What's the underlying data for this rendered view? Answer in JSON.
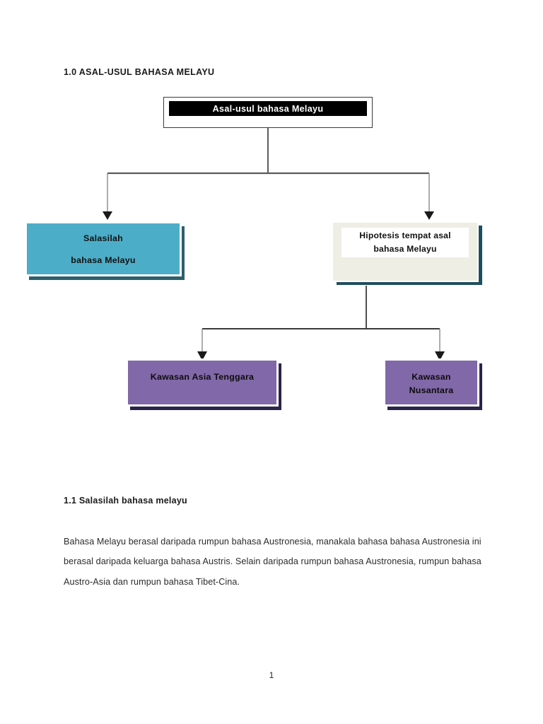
{
  "document": {
    "heading_main": "1.0 ASAL-USUL BAHASA MELAYU",
    "heading_sub": "1.1 Salasilah bahasa melayu",
    "paragraph": "Bahasa Melayu berasal daripada rumpun bahasa Austronesia, manakala bahasa bahasa Austronesia ini berasal daripada keluarga bahasa Austris. Selain daripada rumpun bahasa Austronesia, rumpun bahasa Austro-Asia dan rumpun bahasa Tibet-Cina.",
    "page_number": "1"
  },
  "diagram": {
    "root": {
      "label": "Asal-usul bahasa Melayu",
      "band_color": "#000000",
      "band_text_color": "#ffffff",
      "box_color": "#ffffff",
      "border_color": "#3b3b3b"
    },
    "level2": [
      {
        "id": "salasilah",
        "line1": "Salasilah",
        "line2": "bahasa Melayu",
        "fill_color": "#4cadc8",
        "shadow_color": "#2d5f6b",
        "text_color": "#111111"
      },
      {
        "id": "hipotesis",
        "line1": "Hipotesis tempat asal",
        "line2": "bahasa Melayu",
        "fill_color": "#efeee4",
        "panel_color": "#ffffff",
        "shadow_color": "#1d4e5e",
        "text_color": "#111111"
      }
    ],
    "level3": [
      {
        "id": "asia-tenggara",
        "line1": "Kawasan Asia Tenggara",
        "line2": "",
        "fill_color": "#8168a8",
        "shadow_color": "#2b2348",
        "text_color": "#0c0c0c"
      },
      {
        "id": "nusantara",
        "line1": "Kawasan",
        "line2": "Nusantara",
        "fill_color": "#8168a8",
        "shadow_color": "#2b2348",
        "text_color": "#0c0c0c"
      }
    ],
    "connector_color": "#4f4f4f"
  }
}
